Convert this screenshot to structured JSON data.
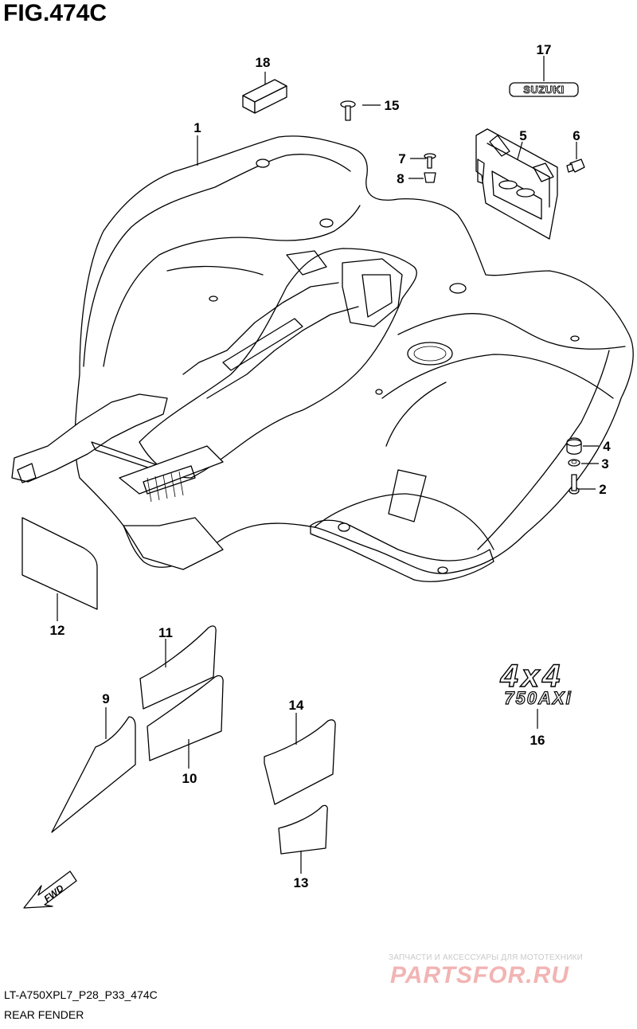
{
  "figure": {
    "title": "FIG.474C",
    "model_code": "LT-A750XPL7_P28_P33_474C",
    "section_name": "REAR FENDER"
  },
  "parts": [
    {
      "ref": "1",
      "item": "rear fender"
    },
    {
      "ref": "2",
      "item": "bolt"
    },
    {
      "ref": "3",
      "item": "washer"
    },
    {
      "ref": "4",
      "item": "cushion"
    },
    {
      "ref": "5",
      "item": "bracket"
    },
    {
      "ref": "6",
      "item": "clip"
    },
    {
      "ref": "7",
      "item": "screw"
    },
    {
      "ref": "8",
      "item": "nut"
    },
    {
      "ref": "9",
      "item": "label"
    },
    {
      "ref": "10",
      "item": "label"
    },
    {
      "ref": "11",
      "item": "label"
    },
    {
      "ref": "12",
      "item": "label"
    },
    {
      "ref": "13",
      "item": "label"
    },
    {
      "ref": "14",
      "item": "label"
    },
    {
      "ref": "15",
      "item": "bolt"
    },
    {
      "ref": "16",
      "item": "emblem"
    },
    {
      "ref": "17",
      "item": "emblem"
    },
    {
      "ref": "18",
      "item": "cushion"
    }
  ],
  "emblems": {
    "brand": "SUZUKI",
    "badge_top": "4x4",
    "badge_bottom": "750AXi"
  },
  "direction_marker": "FWD",
  "watermark": {
    "tagline": "ЗАПЧАСТИ И АКСЕССУАРЫ ДЛЯ МОТОТЕХНИКИ",
    "brand": "PARTSFOR.RU",
    "color": "#f2b4b4"
  }
}
